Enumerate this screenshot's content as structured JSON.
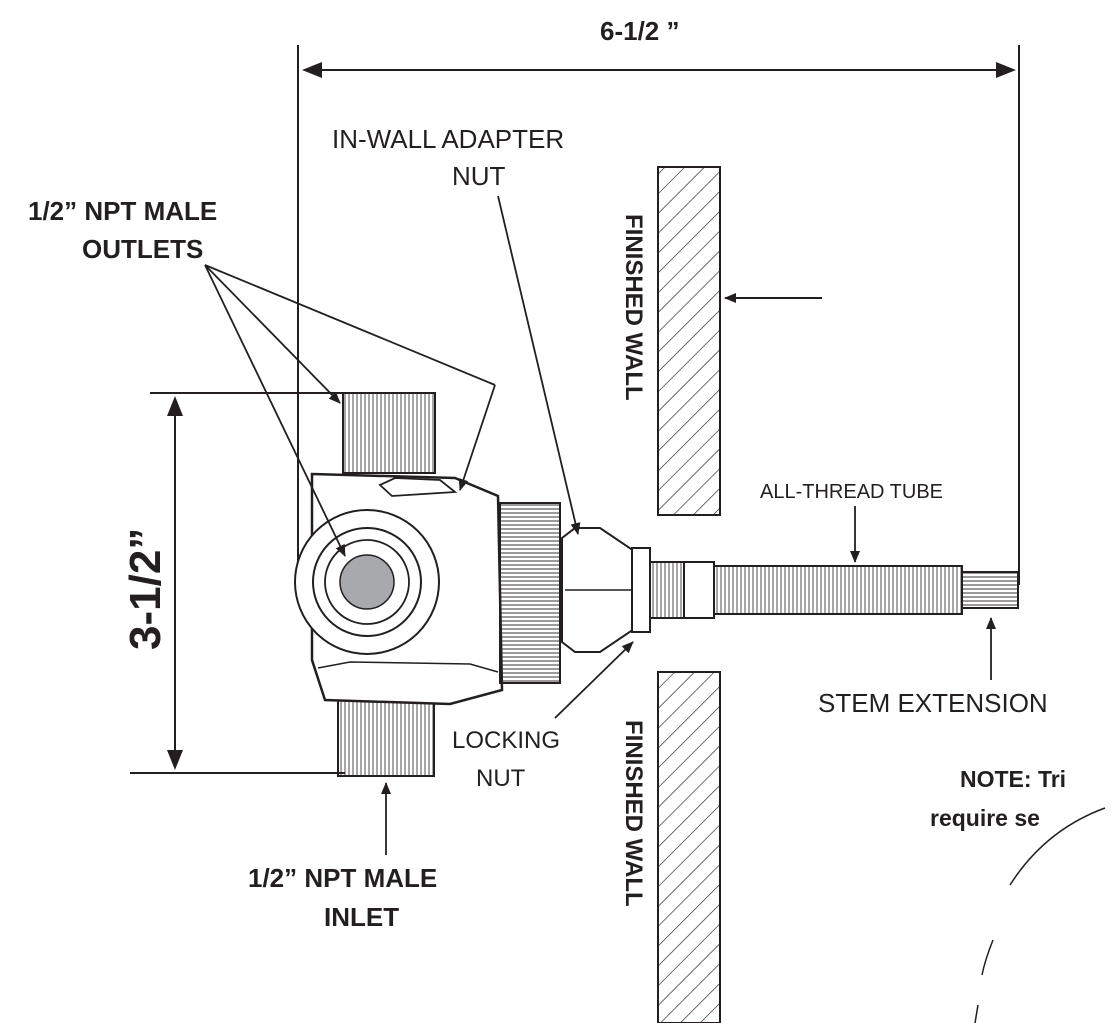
{
  "dimensions": {
    "overall_length": "6-1/2 ”",
    "height": "3-1/2”"
  },
  "labels": {
    "outlets": [
      "1/2” NPT MALE",
      "OUTLETS"
    ],
    "adapter_nut": [
      "IN-WALL ADAPTER",
      "NUT"
    ],
    "finished_wall": "FINISHED WALL",
    "all_thread_tube": "ALL-THREAD TUBE",
    "locking_nut": [
      "LOCKING",
      "NUT"
    ],
    "stem_extension": "STEM EXTENSION",
    "inlet": [
      "1/2” NPT MALE",
      "INLET"
    ],
    "note": [
      "NOTE: Tri",
      "require se"
    ]
  }
}
